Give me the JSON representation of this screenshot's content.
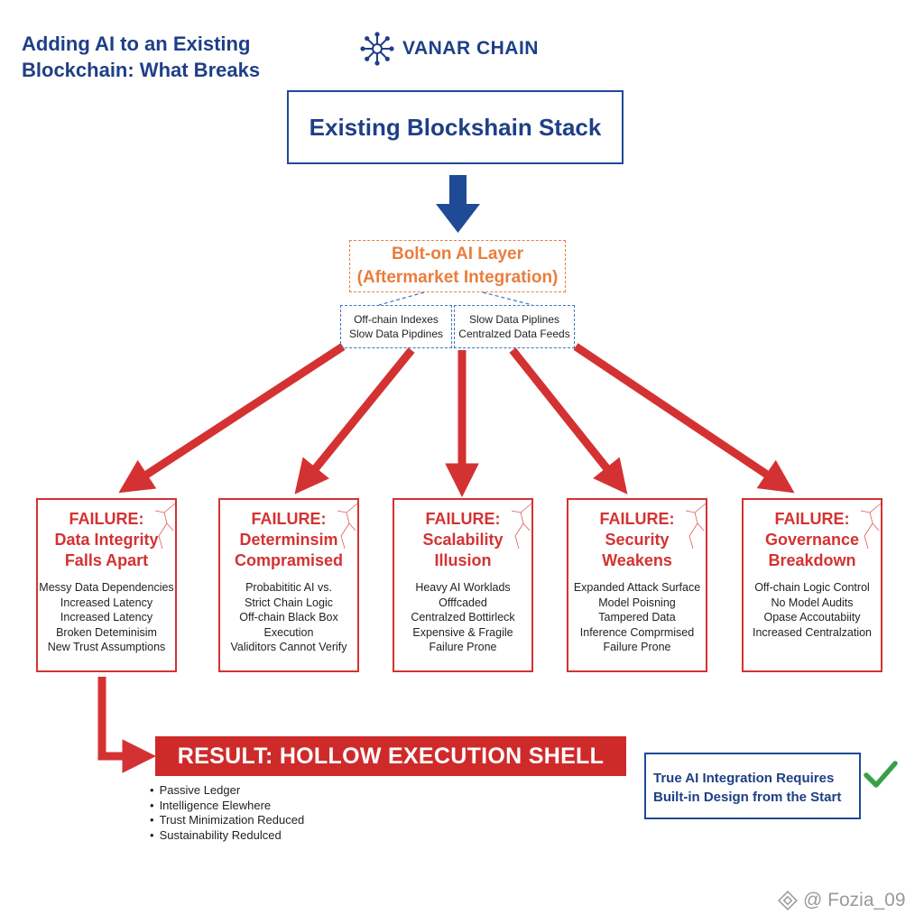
{
  "title": {
    "line1": "Adding AI to an Existing",
    "line2": "Blockchain: What Breaks"
  },
  "brand": {
    "name": "VANAR CHAIN",
    "icon": "network-snowflake-icon"
  },
  "stack": {
    "label": "Existing Blockshain Stack"
  },
  "bolt_on": {
    "line1": "Bolt-on AI Layer",
    "line2": "(Aftermarket Integration)"
  },
  "sub_left": {
    "items": [
      "Off-chain Indexes",
      "Slow Data Pipdines"
    ]
  },
  "sub_right": {
    "items": [
      "Slow Data Piplines",
      "Centralzed Data Feeds"
    ]
  },
  "failures": [
    {
      "head": "FAILURE:",
      "title_lines": [
        "Data Integrity",
        "Falls Apart"
      ],
      "items": [
        "Messy Data Dependencies",
        "Increased Latency",
        "Increased Latency",
        "Broken Deteminisim",
        "New Trust Assumptions"
      ]
    },
    {
      "head": "FAILURE:",
      "title_lines": [
        "Determinsim",
        "Compramised"
      ],
      "items": [
        "Probabititic AI vs.",
        "Strict Chain Logic",
        "Off-chain Black Box",
        "Execution",
        "Validitors Cannot Verify"
      ]
    },
    {
      "head": "FAILURE:",
      "title_lines": [
        "Scalability",
        "Illusion"
      ],
      "items": [
        "Heavy AI Worklads",
        "Offfcaded",
        "Centralzed Bottirleck",
        "Expensive & Fragile",
        "Failure Prone"
      ]
    },
    {
      "head": "FAILURE:",
      "title_lines": [
        "Security",
        "Weakens"
      ],
      "items": [
        "Expanded Attack Surface",
        "Model Poisning",
        "Tampered Data",
        "Inference Comprmised",
        "Failure Prone"
      ]
    },
    {
      "head": "FAILURE:",
      "title_lines": [
        "Governance",
        "Breakdown"
      ],
      "items": [
        "Off-chain Logic Control",
        "No Model Audits",
        "Opase Accoutabiity",
        "Increased Centralzation"
      ]
    }
  ],
  "result": {
    "label": "RESULT: HOLLOW EXECUTION SHELL",
    "items": [
      "Passive Ledger",
      "Intelligence Elewhere",
      "Trust Minimization Reduced",
      "Sustainability Redulced"
    ]
  },
  "conclusion": {
    "line1": "True AI Integration Requires",
    "line2": "Built-in Design from the Start",
    "icon": "checkmark-icon"
  },
  "watermark": {
    "text": "@ Fozia_09"
  },
  "colors": {
    "navy": "#1f3f86",
    "orange": "#ea7d3c",
    "red": "#d43232",
    "dash_blue": "#3c74c0",
    "check_green": "#3aa047"
  }
}
